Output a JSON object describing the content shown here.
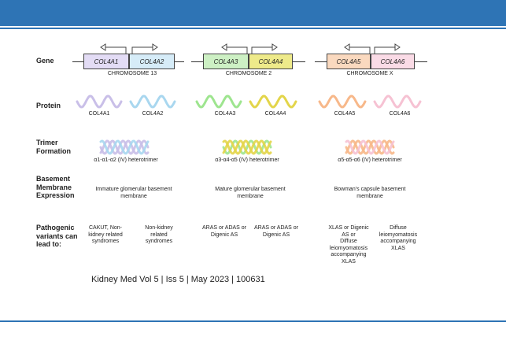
{
  "row_labels": {
    "gene": "Gene",
    "protein": "Protein",
    "trimer": "Trimer\nFormation",
    "basement": "Basement\nMembrane\nExpression",
    "pathogenic": "Pathogenic\nvariants can\nlead to:"
  },
  "groups": [
    {
      "chromosome": "CHROMOSOME 13",
      "genes": [
        "COL4A1",
        "COL4A2"
      ],
      "gene_colors": [
        "#e3dcf5",
        "#d6ecf8"
      ],
      "proteins": [
        "COL4A1",
        "COL4A2"
      ],
      "protein_colors": [
        "#c9bfe8",
        "#a9d7ef"
      ],
      "trimer": "α1-α1-α2 (IV) heterotrimer",
      "basement": "Immature glomerular basement\nmembrane",
      "variants": [
        "CAKUT, Non-\nkidney related\nsyndromes",
        "Non-kidney\nrelated\nsyndromes"
      ]
    },
    {
      "chromosome": "CHROMOSOME 2",
      "genes": [
        "COL4A3",
        "COL4A4"
      ],
      "gene_colors": [
        "#cdf0c4",
        "#eeea8a"
      ],
      "proteins": [
        "COL4A3",
        "COL4A4"
      ],
      "protein_colors": [
        "#9ee58f",
        "#e3d54a"
      ],
      "trimer": "α3-α4-α5 (IV) heterotrimer",
      "basement": "Mature glomerular basement\nmembrane",
      "variants": [
        "ARAS or ADAS or\nDigenic AS",
        "ARAS or ADAS or\nDigenic AS"
      ]
    },
    {
      "chromosome": "CHROMOSOME X",
      "genes": [
        "COL4A5",
        "COL4A6"
      ],
      "gene_colors": [
        "#fad9bf",
        "#fadbe6"
      ],
      "proteins": [
        "COL4A5",
        "COL4A6"
      ],
      "protein_colors": [
        "#f7b88a",
        "#f6c2d3"
      ],
      "trimer": "α5-α5-α6 (IV) heterotrimer",
      "basement": "Bowman's capsule basement\nmembrane",
      "variants": [
        "XLAS or Digenic\nAS or\nDiffuse\nleiomyomatosis\naccompanying\nXLAS",
        "Diffuse\nleiomyomatosis\naccompanying\nXLAS"
      ]
    }
  ],
  "citation": "Kidney Med Vol 5 | Iss 5 | May 2023 | 100631"
}
